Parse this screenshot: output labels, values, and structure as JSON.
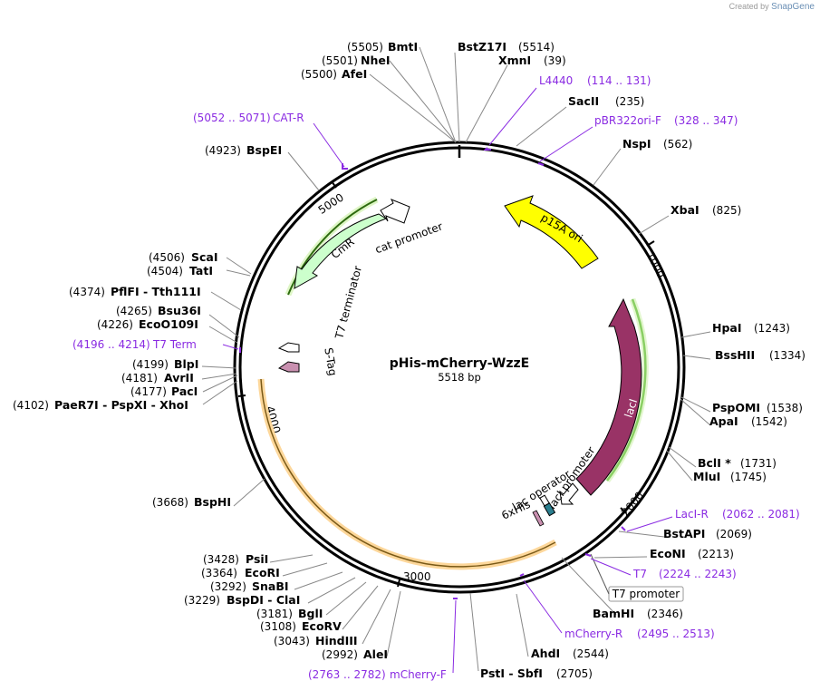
{
  "credit": {
    "prefix": "Created by",
    "brand": "SnapGene"
  },
  "plasmid": {
    "name": "pHis-mCherry-WzzE",
    "size_label": "5518 bp"
  },
  "ticks": [
    "1000",
    "2000",
    "3000",
    "4000",
    "5000"
  ],
  "sites": [
    {
      "id": "s1",
      "n": "(5505)",
      "name": "BmtI"
    },
    {
      "id": "s2",
      "n": "(5501)",
      "name": "NheI"
    },
    {
      "id": "s3",
      "n": "(5500)",
      "name": "AfeI"
    },
    {
      "id": "s4",
      "name": "BstZ17I",
      "n": "(5514)"
    },
    {
      "id": "s5",
      "name": "XmnI",
      "n": "(39)"
    },
    {
      "id": "s6",
      "name": "SacII",
      "n": "(235)"
    },
    {
      "id": "s7",
      "name": "NspI",
      "n": "(562)"
    },
    {
      "id": "s8",
      "name": "XbaI",
      "n": "(825)"
    },
    {
      "id": "s9",
      "name": "HpaI",
      "n": "(1243)"
    },
    {
      "id": "s10",
      "name": "BssHII",
      "n": "(1334)"
    },
    {
      "id": "s11",
      "name": "PspOMI",
      "n": "(1538)"
    },
    {
      "id": "s12",
      "name": "ApaI",
      "n": "(1542)"
    },
    {
      "id": "s13",
      "name": "BclI *",
      "n": "(1731)"
    },
    {
      "id": "s14",
      "name": "MluI",
      "n": "(1745)"
    },
    {
      "id": "s15",
      "name": "BstAPI",
      "n": "(2069)"
    },
    {
      "id": "s16",
      "name": "EcoNI",
      "n": "(2213)"
    },
    {
      "id": "s17",
      "name": "BamHI",
      "n": "(2346)"
    },
    {
      "id": "s18",
      "name": "AhdI",
      "n": "(2544)"
    },
    {
      "id": "s19",
      "name": "PstI - SbfI",
      "n": "(2705)"
    },
    {
      "id": "s20",
      "n": "(2992)",
      "name": "AleI"
    },
    {
      "id": "s21",
      "n": "(3043)",
      "name": "HindIII"
    },
    {
      "id": "s22",
      "n": "(3108)",
      "name": "EcoRV"
    },
    {
      "id": "s23",
      "n": "(3181)",
      "name": "BglI"
    },
    {
      "id": "s24",
      "n": "(3229)",
      "name": "BspDI - ClaI"
    },
    {
      "id": "s25",
      "n": "(3292)",
      "name": "SnaBI"
    },
    {
      "id": "s26",
      "n": "(3364)",
      "name": "EcoRI"
    },
    {
      "id": "s27",
      "n": "(3428)",
      "name": "PsiI"
    },
    {
      "id": "s28",
      "n": "(3668)",
      "name": "BspHI"
    },
    {
      "id": "s29",
      "n": "(4102)",
      "name": "PaeR7I - PspXI - XhoI"
    },
    {
      "id": "s30",
      "n": "(4177)",
      "name": "PacI"
    },
    {
      "id": "s31",
      "n": "(4181)",
      "name": "AvrII"
    },
    {
      "id": "s32",
      "n": "(4199)",
      "name": "BlpI"
    },
    {
      "id": "s33",
      "n": "(4226)",
      "name": "EcoO109I"
    },
    {
      "id": "s34",
      "n": "(4265)",
      "name": "Bsu36I"
    },
    {
      "id": "s35",
      "n": "(4374)",
      "name": "PflFI - Tth111I"
    },
    {
      "id": "s36",
      "n": "(4504)",
      "name": "TatI"
    },
    {
      "id": "s37",
      "n": "(4506)",
      "name": "ScaI"
    },
    {
      "id": "s38",
      "n": "(4923)",
      "name": "BspEI"
    }
  ],
  "primers": [
    {
      "id": "p1",
      "name": "L4440",
      "range": "(114 .. 131)"
    },
    {
      "id": "p2",
      "name": "pBR322ori-F",
      "range": "(328 .. 347)"
    },
    {
      "id": "p3",
      "name": "LacI-R",
      "range": "(2062 .. 2081)"
    },
    {
      "id": "p4",
      "name": "T7",
      "range": "(2224 .. 2243)"
    },
    {
      "id": "p5",
      "name": "mCherry-R",
      "range": "(2495 .. 2513)"
    },
    {
      "id": "p6",
      "name": "mCherry-F",
      "range": "(2763 .. 2782)"
    },
    {
      "id": "p7",
      "name": "T7 Term",
      "range": "(4196 .. 4214)"
    },
    {
      "id": "p8",
      "name": "CAT-R",
      "range": "(5052 .. 5071)"
    }
  ],
  "features": {
    "p15a_ori": "p15A ori",
    "laci": "lacI",
    "laci_promoter": "lacI promoter",
    "lac_operator": "lac operator",
    "his6": "6xHis",
    "t7_promoter": "T7 promoter",
    "cmr": "CmR",
    "cat_promoter": "cat promoter",
    "t7_terminator": "T7 terminator",
    "s_tag": "S-Tag"
  },
  "colors": {
    "p15a_ori": "#ffff00",
    "laci": "#993366",
    "cmr": "#ccffcc",
    "orf_highlight": "#fdd79a",
    "primer": "#8a2be2",
    "his6": "#2b7f8f",
    "s_tag": "#c990b0"
  }
}
